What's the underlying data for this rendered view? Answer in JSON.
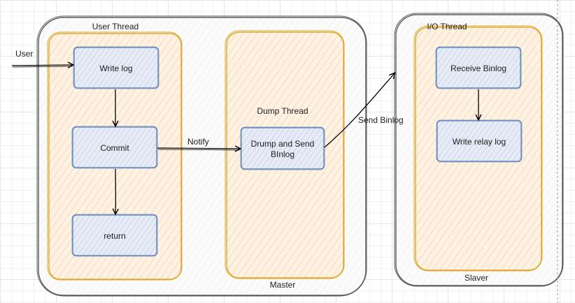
{
  "diagram": {
    "master": {
      "label": "Master",
      "user_thread": {
        "label": "User Thread",
        "steps": {
          "write_log": "Write log",
          "commit": "Commit",
          "return": "return"
        }
      },
      "dump_thread": {
        "label": "Dump Thread",
        "step_line1": "Drump and Send",
        "step_line2": "BInlog"
      }
    },
    "slaver": {
      "label": "Slaver",
      "io_thread": {
        "label": "I/O Thread",
        "steps": {
          "receive_binlog": "Receive Binlog",
          "write_relay_log": "Write relay log"
        }
      }
    },
    "edges": {
      "user": "User",
      "notify": "Notify",
      "send_binlog": "Send Binlog"
    },
    "colors": {
      "container_stroke": "#5b5b5b",
      "thread_stroke": "#e0a82e",
      "thread_fill": "#fde9cf",
      "step_stroke": "#6c8ebf",
      "step_fill": "#dae3f5",
      "arrow": "#000000"
    }
  }
}
